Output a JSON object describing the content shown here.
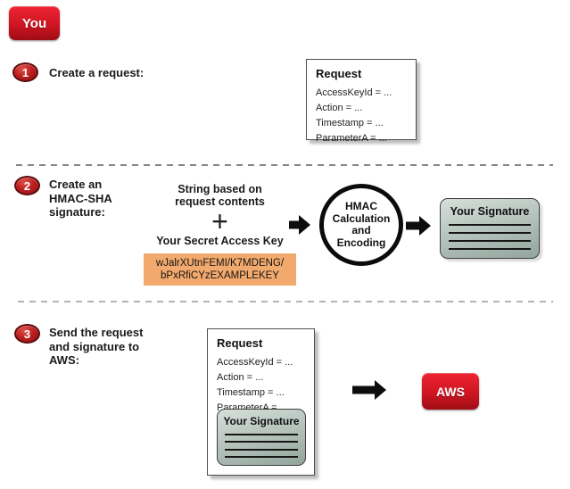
{
  "badges": {
    "you": "You",
    "aws": "AWS"
  },
  "steps": [
    {
      "num": "1",
      "label": "Create a request:"
    },
    {
      "num": "2",
      "label": "Create an\nHMAC-SHA\nsignature:"
    },
    {
      "num": "3",
      "label": "Send the request\nand signature to\nAWS:"
    }
  ],
  "request_box": {
    "title": "Request",
    "fields": [
      "AccessKeyId = ...",
      "Action = ...",
      "Timestamp = ...",
      "ParameterA = ..."
    ]
  },
  "hmac": {
    "string_label": "String based on\nrequest contents",
    "plus": "+",
    "secret_key_label": "Your Secret Access Key",
    "secret_key_value": "wJalrXUtnFEMI/K7MDENG/\nbPxRfiCYzEXAMPLEKEY",
    "circle_label": "HMAC\nCalculation\nand\nEncoding"
  },
  "signature_box": {
    "title": "Your Signature"
  },
  "colors": {
    "badge_red": "#cc1b28",
    "step_oval_red": "#bf1f1f",
    "key_highlight": "#f2a96d",
    "signature_box_bg": "#b7c5be",
    "arrow_black": "#0d0d0d",
    "divider_gray": "#868686"
  }
}
